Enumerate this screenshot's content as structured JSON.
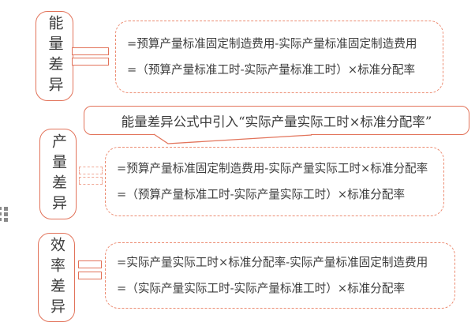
{
  "accent_color": "#e2735a",
  "dashed_color": "#ec8c72",
  "text_color": "#3c3c3c",
  "callout": {
    "text": "能量差异公式中引入“实际产量实际工时×标准分配率”"
  },
  "sections": [
    {
      "label": "能量差异",
      "formulas": [
        "=预算产量标准固定制造费用-实际产量标准固定制造费用",
        "=（预算产量标准工时-实际产量标准工时）×标准分配率"
      ]
    },
    {
      "label": "产量差异",
      "formulas": [
        "=预算产量标准固定制造费用-实际产量实际工时×标准分配率",
        "=（预算产量标准工时-实际产量实际工时）×标准分配率"
      ]
    },
    {
      "label": "效率差异",
      "formulas": [
        "=实际产量实际工时×标准分配率-实际产量标准固定制造费用",
        "=（实际产量实际工时-实际产量标准工时）×标准分配率"
      ]
    }
  ]
}
